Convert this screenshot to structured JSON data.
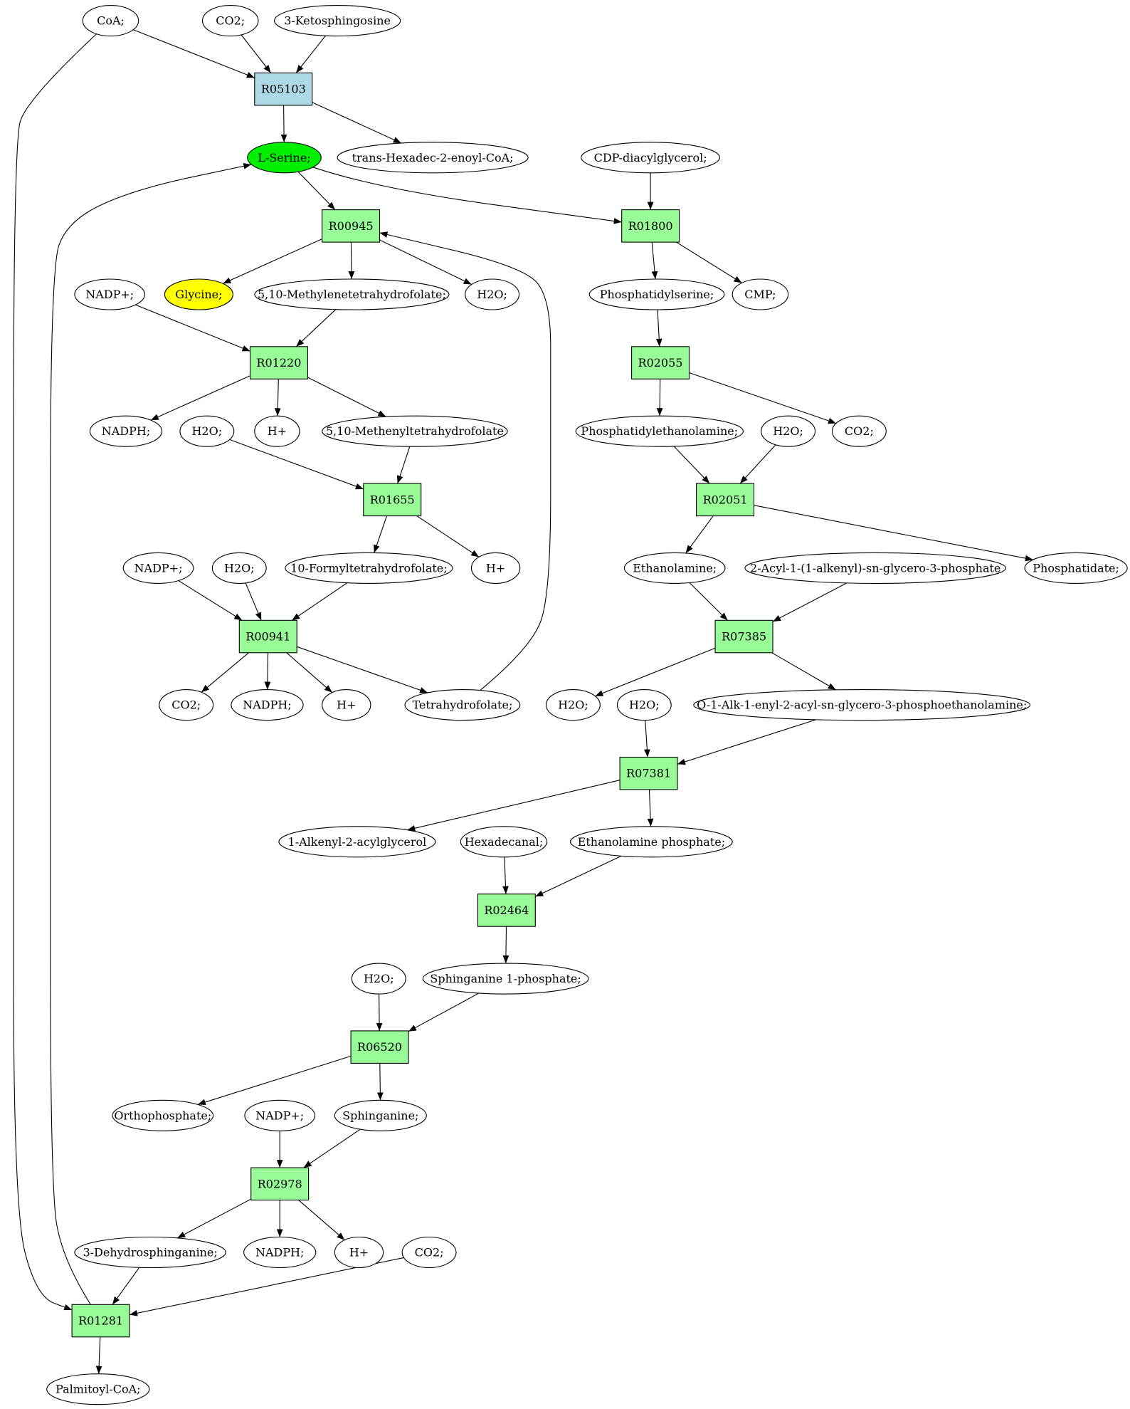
{
  "colors": {
    "reaction_default": "#98fb98",
    "reaction_start": "#add8e6",
    "compound_default": "#ffffff",
    "compound_lserine": "#00ee00",
    "compound_glycine": "#ffff00",
    "stroke": "#000000"
  },
  "nodes": {
    "coa_top": {
      "label": "CoA;",
      "shape": "ellipse"
    },
    "co2_top": {
      "label": "CO2;",
      "shape": "ellipse"
    },
    "ketosphingosine": {
      "label": "3-Ketosphingosine",
      "shape": "ellipse"
    },
    "R05103": {
      "label": "R05103",
      "shape": "rect",
      "fill": "reaction_start"
    },
    "lserine": {
      "label": "L-Serine;",
      "shape": "ellipse",
      "fill": "compound_lserine"
    },
    "transhexadec": {
      "label": "trans-Hexadec-2-enoyl-CoA;",
      "shape": "ellipse"
    },
    "cdpdag": {
      "label": "CDP-diacylglycerol;",
      "shape": "ellipse"
    },
    "R00945": {
      "label": "R00945",
      "shape": "rect"
    },
    "R01800": {
      "label": "R01800",
      "shape": "rect"
    },
    "nadpplus_1": {
      "label": "NADP+;",
      "shape": "ellipse"
    },
    "glycine": {
      "label": "Glycine;",
      "shape": "ellipse",
      "fill": "compound_glycine"
    },
    "methylenethf": {
      "label": "5,10-Methylenetetrahydrofolate;",
      "shape": "ellipse"
    },
    "h2o_1": {
      "label": "H2O;",
      "shape": "ellipse"
    },
    "phosphatidylserine": {
      "label": "Phosphatidylserine;",
      "shape": "ellipse"
    },
    "cmp": {
      "label": "CMP;",
      "shape": "ellipse"
    },
    "R01220": {
      "label": "R01220",
      "shape": "rect"
    },
    "R02055": {
      "label": "R02055",
      "shape": "rect"
    },
    "nadph_1": {
      "label": "NADPH;",
      "shape": "ellipse"
    },
    "h2o_2": {
      "label": "H2O;",
      "shape": "ellipse"
    },
    "hplus_1": {
      "label": "H+",
      "shape": "ellipse"
    },
    "methenylthf": {
      "label": "5,10-Methenyltetrahydrofolate",
      "shape": "ellipse"
    },
    "pe": {
      "label": "Phosphatidylethanolamine;",
      "shape": "ellipse"
    },
    "h2o_3": {
      "label": "H2O;",
      "shape": "ellipse"
    },
    "co2_2": {
      "label": "CO2;",
      "shape": "ellipse"
    },
    "R01655": {
      "label": "R01655",
      "shape": "rect"
    },
    "R02051": {
      "label": "R02051",
      "shape": "rect"
    },
    "nadpplus_2": {
      "label": "NADP+;",
      "shape": "ellipse"
    },
    "h2o_4": {
      "label": "H2O;",
      "shape": "ellipse"
    },
    "formylthf": {
      "label": "10-Formyltetrahydrofolate;",
      "shape": "ellipse"
    },
    "hplus_2": {
      "label": "H+",
      "shape": "ellipse"
    },
    "ethanolamine": {
      "label": "Ethanolamine;",
      "shape": "ellipse"
    },
    "acylalkenyl": {
      "label": "2-Acyl-1-(1-alkenyl)-sn-glycero-3-phosphate",
      "shape": "ellipse"
    },
    "phosphatidate": {
      "label": "Phosphatidate;",
      "shape": "ellipse"
    },
    "R00941": {
      "label": "R00941",
      "shape": "rect"
    },
    "R07385": {
      "label": "R07385",
      "shape": "rect"
    },
    "co2_3": {
      "label": "CO2;",
      "shape": "ellipse"
    },
    "nadph_2": {
      "label": "NADPH;",
      "shape": "ellipse"
    },
    "hplus_3": {
      "label": "H+",
      "shape": "ellipse"
    },
    "thf": {
      "label": "Tetrahydrofolate;",
      "shape": "ellipse"
    },
    "h2o_5": {
      "label": "H2O;",
      "shape": "ellipse"
    },
    "h2o_6": {
      "label": "H2O;",
      "shape": "ellipse"
    },
    "oalk": {
      "label": "O-1-Alk-1-enyl-2-acyl-sn-glycero-3-phosphoethanolamine;",
      "shape": "ellipse"
    },
    "R07381": {
      "label": "R07381",
      "shape": "rect"
    },
    "alkenylacylglycerol": {
      "label": "1-Alkenyl-2-acylglycerol",
      "shape": "ellipse"
    },
    "hexadecanal": {
      "label": "Hexadecanal;",
      "shape": "ellipse"
    },
    "ethanolaminephosphate": {
      "label": "Ethanolamine phosphate;",
      "shape": "ellipse"
    },
    "R02464": {
      "label": "R02464",
      "shape": "rect"
    },
    "h2o_7": {
      "label": "H2O;",
      "shape": "ellipse"
    },
    "sphinganine1p": {
      "label": "Sphinganine 1-phosphate;",
      "shape": "ellipse"
    },
    "R06520": {
      "label": "R06520",
      "shape": "rect"
    },
    "orthophosphate": {
      "label": "Orthophosphate;",
      "shape": "ellipse"
    },
    "nadpplus_3": {
      "label": "NADP+;",
      "shape": "ellipse"
    },
    "sphinganine": {
      "label": "Sphinganine;",
      "shape": "ellipse"
    },
    "R02978": {
      "label": "R02978",
      "shape": "rect"
    },
    "dehydrosphinganine": {
      "label": "3-Dehydrosphinganine;",
      "shape": "ellipse"
    },
    "nadph_3": {
      "label": "NADPH;",
      "shape": "ellipse"
    },
    "hplus_4": {
      "label": "H+",
      "shape": "ellipse"
    },
    "co2_4": {
      "label": "CO2;",
      "shape": "ellipse"
    },
    "R01281": {
      "label": "R01281",
      "shape": "rect"
    },
    "palmitoylcoa": {
      "label": "Palmitoyl-CoA;",
      "shape": "ellipse"
    }
  },
  "edges": [
    [
      "coa_top",
      "R05103"
    ],
    [
      "co2_top",
      "R05103"
    ],
    [
      "ketosphingosine",
      "R05103"
    ],
    [
      "R05103",
      "lserine"
    ],
    [
      "R05103",
      "transhexadec"
    ],
    [
      "lserine",
      "R00945"
    ],
    [
      "lserine",
      "R01800"
    ],
    [
      "cdpdag",
      "R01800"
    ],
    [
      "R00945",
      "glycine"
    ],
    [
      "R00945",
      "methylenethf"
    ],
    [
      "R00945",
      "h2o_1"
    ],
    [
      "R01800",
      "phosphatidylserine"
    ],
    [
      "R01800",
      "cmp"
    ],
    [
      "nadpplus_1",
      "R01220"
    ],
    [
      "methylenethf",
      "R01220"
    ],
    [
      "R01220",
      "nadph_1"
    ],
    [
      "R01220",
      "hplus_1"
    ],
    [
      "R01220",
      "methenylthf"
    ],
    [
      "phosphatidylserine",
      "R02055"
    ],
    [
      "R02055",
      "pe"
    ],
    [
      "R02055",
      "co2_2"
    ],
    [
      "h2o_2",
      "R01655"
    ],
    [
      "methenylthf",
      "R01655"
    ],
    [
      "R01655",
      "formylthf"
    ],
    [
      "R01655",
      "hplus_2"
    ],
    [
      "pe",
      "R02051"
    ],
    [
      "h2o_3",
      "R02051"
    ],
    [
      "R02051",
      "ethanolamine"
    ],
    [
      "R02051",
      "phosphatidate"
    ],
    [
      "nadpplus_2",
      "R00941"
    ],
    [
      "h2o_4",
      "R00941"
    ],
    [
      "formylthf",
      "R00941"
    ],
    [
      "R00941",
      "co2_3"
    ],
    [
      "R00941",
      "nadph_2"
    ],
    [
      "R00941",
      "hplus_3"
    ],
    [
      "R00941",
      "thf"
    ],
    [
      "thf",
      "R00945"
    ],
    [
      "ethanolamine",
      "R07385"
    ],
    [
      "acylalkenyl",
      "R07385"
    ],
    [
      "R07385",
      "h2o_5"
    ],
    [
      "R07385",
      "oalk"
    ],
    [
      "h2o_6",
      "R07381"
    ],
    [
      "oalk",
      "R07381"
    ],
    [
      "R07381",
      "alkenylacylglycerol"
    ],
    [
      "R07381",
      "ethanolaminephosphate"
    ],
    [
      "hexadecanal",
      "R02464"
    ],
    [
      "ethanolaminephosphate",
      "R02464"
    ],
    [
      "R02464",
      "sphinganine1p"
    ],
    [
      "h2o_7",
      "R06520"
    ],
    [
      "sphinganine1p",
      "R06520"
    ],
    [
      "R06520",
      "orthophosphate"
    ],
    [
      "R06520",
      "sphinganine"
    ],
    [
      "nadpplus_3",
      "R02978"
    ],
    [
      "sphinganine",
      "R02978"
    ],
    [
      "R02978",
      "dehydrosphinganine"
    ],
    [
      "R02978",
      "nadph_3"
    ],
    [
      "R02978",
      "hplus_4"
    ],
    [
      "dehydrosphinganine",
      "R01281"
    ],
    [
      "co2_4",
      "R01281"
    ],
    [
      "coa_top",
      "R01281"
    ],
    [
      "R01281",
      "lserine"
    ],
    [
      "R01281",
      "palmitoylcoa"
    ]
  ]
}
